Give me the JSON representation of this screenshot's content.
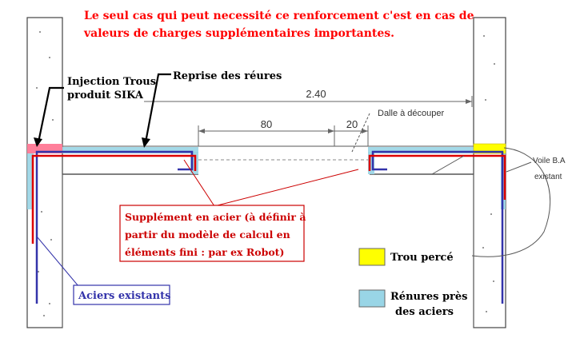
{
  "note": {
    "line1": "Le seul cas qui peut necessité ce renforcement c'est en cas de",
    "line2": "valeurs de charges supplémentaires importantes."
  },
  "labels": {
    "injection_1": "Injection Trous",
    "injection_2": "produit SIKA",
    "reprise": "Reprise des réures",
    "supplement_1": "Supplément en acier (à définir à",
    "supplement_2": "partir du modèle de calcul en",
    "supplement_3": "éléments fini : par ex Robot)",
    "aciers_existants": "Aciers existants",
    "dalle": "Dalle à découper",
    "voile_1": "Voile B.A",
    "voile_2": "existant"
  },
  "dimensions": {
    "span": "2.40",
    "opening": "80",
    "gap": "20"
  },
  "legend": {
    "trou": "Trou percé",
    "renures_1": "Rénures près",
    "renures_2": "des aciers"
  },
  "colors": {
    "note_text": "#ff0000",
    "supplement_text": "#cc0000",
    "existing_steel": "#3333aa",
    "new_steel": "#dd0000",
    "yellow": "#ffff00",
    "groove": "#99d5e6",
    "injection": "#ff7f9a"
  }
}
